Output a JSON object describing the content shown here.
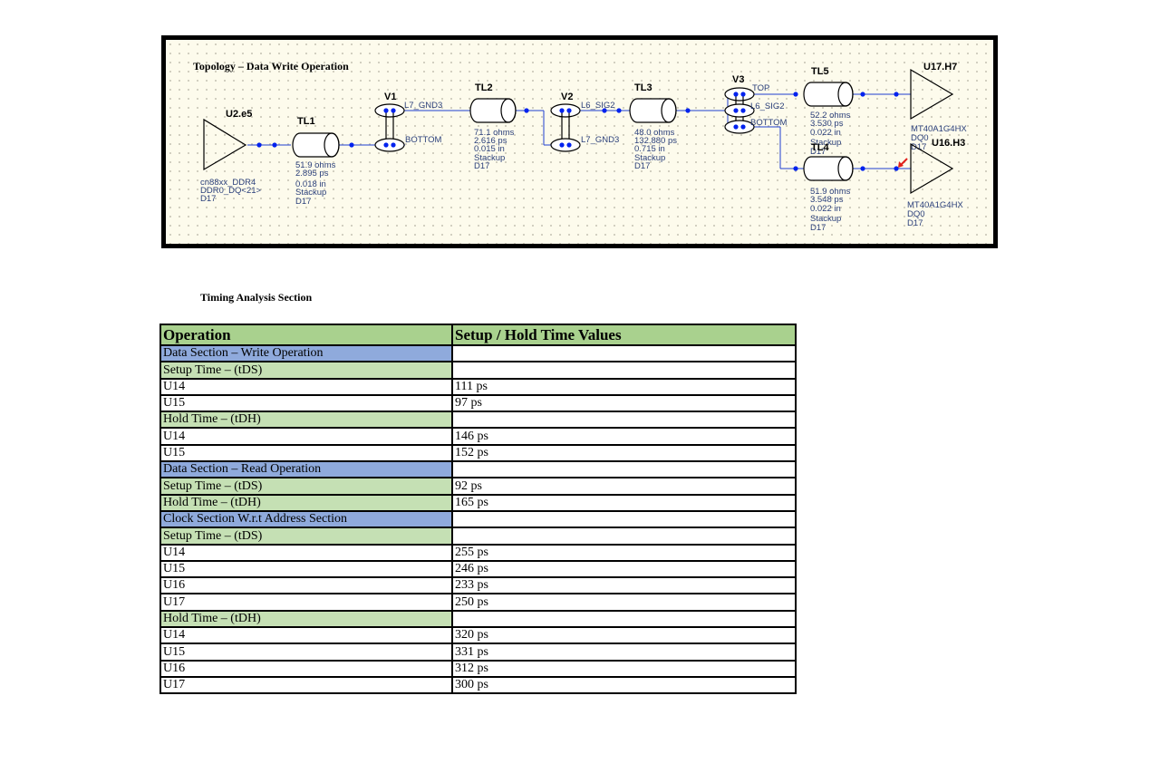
{
  "topology": {
    "title": "Topology – Data Write Operation",
    "driver": {
      "ref": "U2.e5",
      "lines": [
        "cn88xx_DDR4",
        "DDR0_DQ<21>",
        "D17"
      ]
    },
    "tl1": {
      "ref": "TL1",
      "lines": [
        "51.9 ohms",
        "2.895 ps",
        "0.018 in",
        "Stackup",
        "D17"
      ]
    },
    "v1": {
      "ref": "V1",
      "top": "L7_GND3",
      "bottom": "BOTTOM"
    },
    "tl2": {
      "ref": "TL2",
      "lines": [
        "71.1 ohms",
        "2.616 ps",
        "0.015 in",
        "Stackup",
        "D17"
      ]
    },
    "v2": {
      "ref": "V2",
      "top": "L6_SIG2",
      "bottom": "L7_GND3"
    },
    "tl3": {
      "ref": "TL3",
      "lines": [
        "48.0 ohms",
        "132.880 ps",
        "0.715 in",
        "Stackup",
        "D17"
      ]
    },
    "v3": {
      "ref": "V3",
      "top": "TOP",
      "mid": "L6_SIG2",
      "bottom": "BOTTOM"
    },
    "tl5": {
      "ref": "TL5",
      "lines": [
        "52.2 ohms",
        "3.530 ps",
        "0.022 in",
        "Stackup",
        "D17"
      ]
    },
    "tl4": {
      "ref": "TL4",
      "lines": [
        "51.9 ohms",
        "3.548 ps",
        "0.022 in",
        "Stackup",
        "D17"
      ]
    },
    "u17": {
      "ref": "U17.H7",
      "lines": [
        "MT40A1G4HX",
        "DQ0",
        "D17"
      ]
    },
    "u16": {
      "ref": "U16.H3",
      "lines": [
        "MT40A1G4HX",
        "DQ0",
        "D17"
      ]
    }
  },
  "timing": {
    "heading": "Timing Analysis Section",
    "header": [
      "Operation",
      "Setup / Hold Time Values"
    ],
    "rows": [
      {
        "label": "Data Section – Write Operation",
        "value": "",
        "style": "section"
      },
      {
        "label": "Setup Time – (tDS)",
        "value": "",
        "style": "sub"
      },
      {
        "label": "U14",
        "value": "111 ps",
        "style": "plain"
      },
      {
        "label": "U15",
        "value": "97 ps",
        "style": "plain"
      },
      {
        "label": "Hold Time – (tDH)",
        "value": "",
        "style": "sub"
      },
      {
        "label": "U14",
        "value": "146 ps",
        "style": "plain"
      },
      {
        "label": "U15",
        "value": "152 ps",
        "style": "plain"
      },
      {
        "label": "Data Section – Read Operation",
        "value": "",
        "style": "section"
      },
      {
        "label": "Setup Time – (tDS)",
        "value": "92 ps",
        "style": "sub"
      },
      {
        "label": "Hold Time – (tDH)",
        "value": "165 ps",
        "style": "sub"
      },
      {
        "label": "Clock Section W.r.t Address Section",
        "value": "",
        "style": "section"
      },
      {
        "label": "Setup Time – (tDS)",
        "value": "",
        "style": "sub"
      },
      {
        "label": "U14",
        "value": "255 ps",
        "style": "plain"
      },
      {
        "label": "U15",
        "value": "246 ps",
        "style": "plain"
      },
      {
        "label": "U16",
        "value": "233 ps",
        "style": "plain"
      },
      {
        "label": "U17",
        "value": "250 ps",
        "style": "plain"
      },
      {
        "label": "Hold Time – (tDH)",
        "value": "",
        "style": "sub"
      },
      {
        "label": "U14",
        "value": "320 ps",
        "style": "plain"
      },
      {
        "label": "U15",
        "value": "331 ps",
        "style": "plain"
      },
      {
        "label": "U16",
        "value": "312 ps",
        "style": "plain"
      },
      {
        "label": "U17",
        "value": "300 ps",
        "style": "plain"
      }
    ]
  },
  "colors": {
    "header_green": "#a9d18e",
    "section_blue": "#8faadc",
    "subsection_green": "#c5e0b4",
    "wire_blue": "#1f3fd0",
    "node_blue": "#0022ee",
    "label_blue": "#2a3f7a",
    "marker_red": "#e0201b"
  }
}
